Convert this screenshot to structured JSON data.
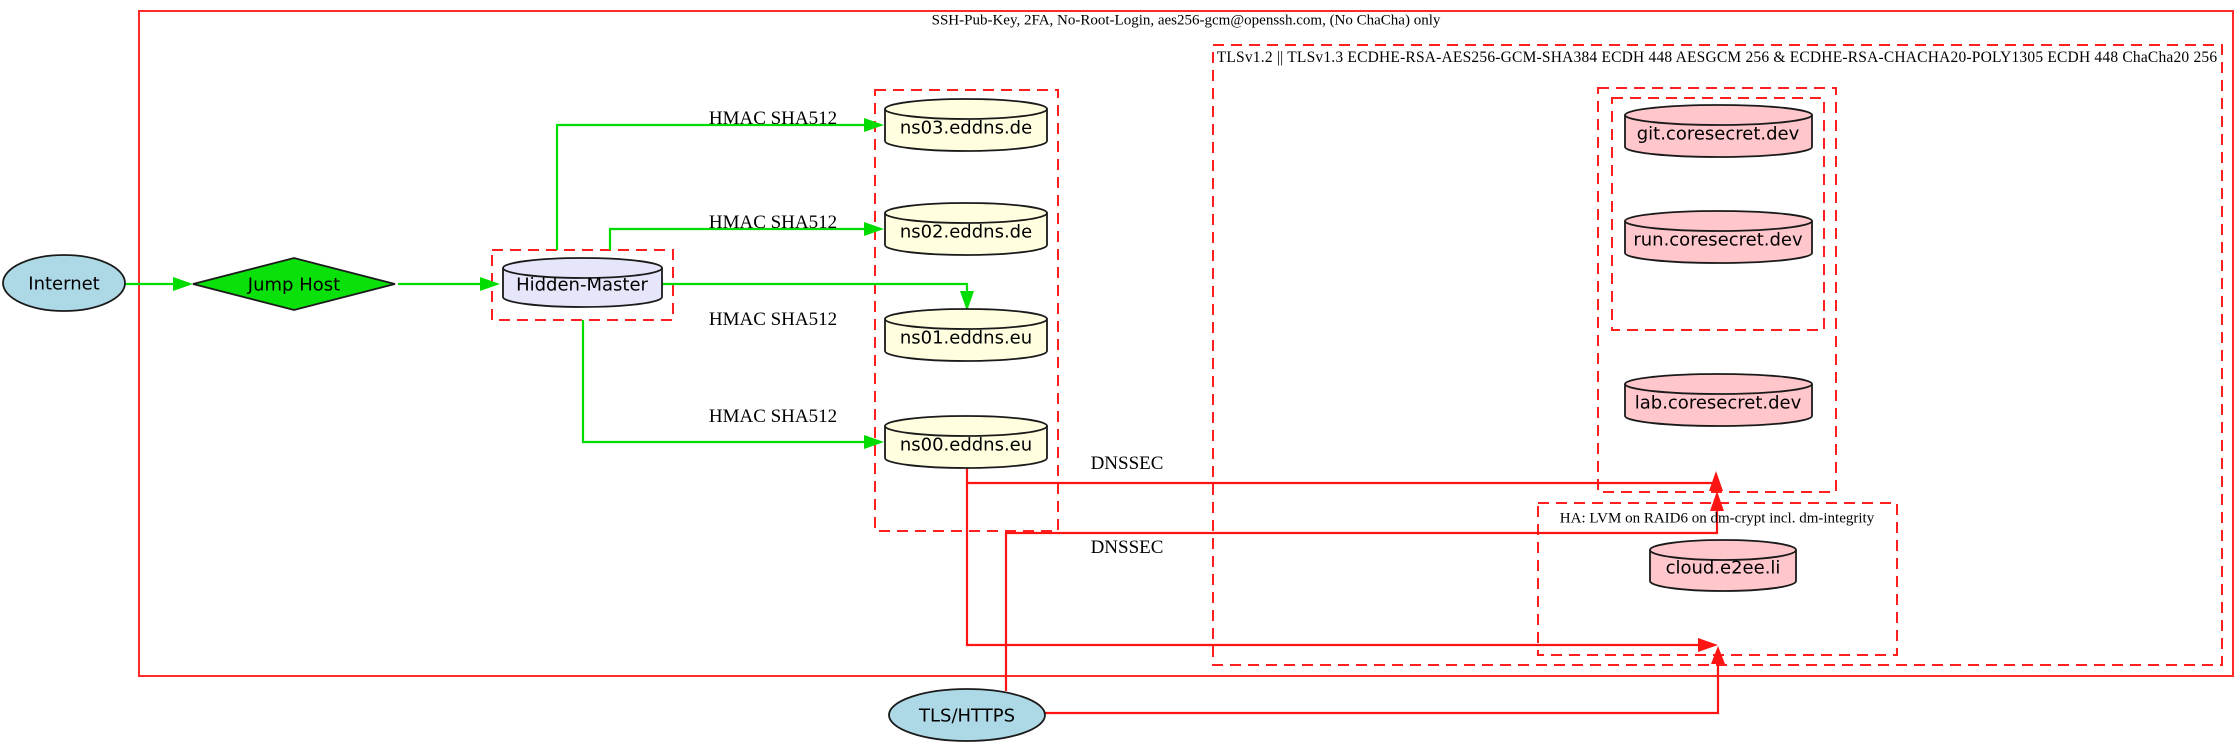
{
  "diagram_type": "network-security-architecture-graph",
  "nodes": {
    "internet": "Internet",
    "jump_host": "Jump Host",
    "hidden_master": "Hidden-Master",
    "ns03": "ns03.eddns.de",
    "ns02": "ns02.eddns.de",
    "ns01": "ns01.eddns.eu",
    "ns00": "ns00.eddns.eu",
    "git": "git.coresecret.dev",
    "run": "run.coresecret.dev",
    "lab": "lab.coresecret.dev",
    "cloud": "cloud.e2ee.li",
    "tls_https": "TLS/HTTPS"
  },
  "clusters": {
    "ssh": "SSH-Pub-Key, 2FA, No-Root-Login, aes256-gcm@openssh.com, (No ChaCha) only",
    "tls": "TLSv1.2 || TLSv1.3 ECDHE-RSA-AES256-GCM-SHA384 ECDH 448 AESGCM 256 & ECDHE-RSA-CHACHA20-POLY1305 ECDH 448 ChaCha20 256",
    "ha": "HA: LVM on RAID6 on dm-crypt incl. dm-integrity"
  },
  "edge_labels": {
    "hmac": "HMAC SHA512",
    "dnssec": "DNSSEC"
  },
  "edges": [
    {
      "from": "Internet",
      "to": "Jump Host",
      "color": "green"
    },
    {
      "from": "Jump Host",
      "to": "Hidden-Master",
      "color": "green"
    },
    {
      "from": "Hidden-Master",
      "to": "ns03.eddns.de",
      "label": "HMAC SHA512",
      "color": "green"
    },
    {
      "from": "Hidden-Master",
      "to": "ns02.eddns.de",
      "label": "HMAC SHA512",
      "color": "green"
    },
    {
      "from": "Hidden-Master",
      "to": "ns01.eddns.eu",
      "label": "HMAC SHA512",
      "color": "green"
    },
    {
      "from": "Hidden-Master",
      "to": "ns00.eddns.eu",
      "label": "HMAC SHA512",
      "color": "green"
    },
    {
      "from": "ns00.eddns.eu",
      "to": "coresecret-cluster",
      "label": "DNSSEC",
      "color": "red"
    },
    {
      "from": "ns00.eddns.eu",
      "to": "ha-cluster",
      "label": "DNSSEC",
      "color": "red"
    },
    {
      "from": "TLS/HTTPS",
      "to": "coresecret-cluster",
      "color": "red"
    },
    {
      "from": "TLS/HTTPS",
      "to": "ha-cluster",
      "color": "red"
    }
  ],
  "colors": {
    "edge_green": "#00dc00",
    "edge_red": "#ff1414",
    "box_red": "#ff2a2a",
    "node_lightblue": "#add8e6",
    "node_lavender": "#e6e6fa",
    "node_lightyellow": "#ffffe0",
    "node_pink": "#ffc6cb",
    "diamond_green": "#0ae00a",
    "text": "#000000"
  }
}
